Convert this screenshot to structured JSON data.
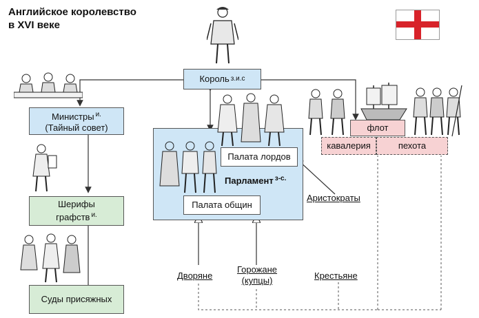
{
  "title": {
    "line1": "Английское королевство",
    "line2": "в XVI веке"
  },
  "king": {
    "label": "Король",
    "sup": "з.и.с"
  },
  "ministers": {
    "line1": "Министры",
    "sup": "и.",
    "line2": "(Тайный совет)"
  },
  "sheriffs": {
    "line1": "Шерифы",
    "line2": "графств",
    "sup": "и."
  },
  "juries": {
    "label": "Суды присяжных"
  },
  "parliament": {
    "label": "Парламент",
    "sup": "з-с.",
    "lords": "Палата лордов",
    "commons": "Палата общин"
  },
  "military": {
    "fleet": "флот",
    "cavalry": "кавалерия",
    "infantry": "пехота"
  },
  "estates": {
    "aristocrats": "Аристократы",
    "nobles": "Дворяне",
    "townsfolk_line1": "Горожане",
    "townsfolk_line2": "(купцы)",
    "peasants": "Крестьяне"
  },
  "colors": {
    "blue": "#cfe6f6",
    "green": "#d7ecd6",
    "pink": "#f7d2d3",
    "flag_red": "#d8232a"
  },
  "icons": [
    "king-figure",
    "ministers-group",
    "sheriff-figure",
    "jury-group",
    "lords-group",
    "commons-group",
    "soldiers-left",
    "ship",
    "soldiers-right",
    "england-flag"
  ]
}
